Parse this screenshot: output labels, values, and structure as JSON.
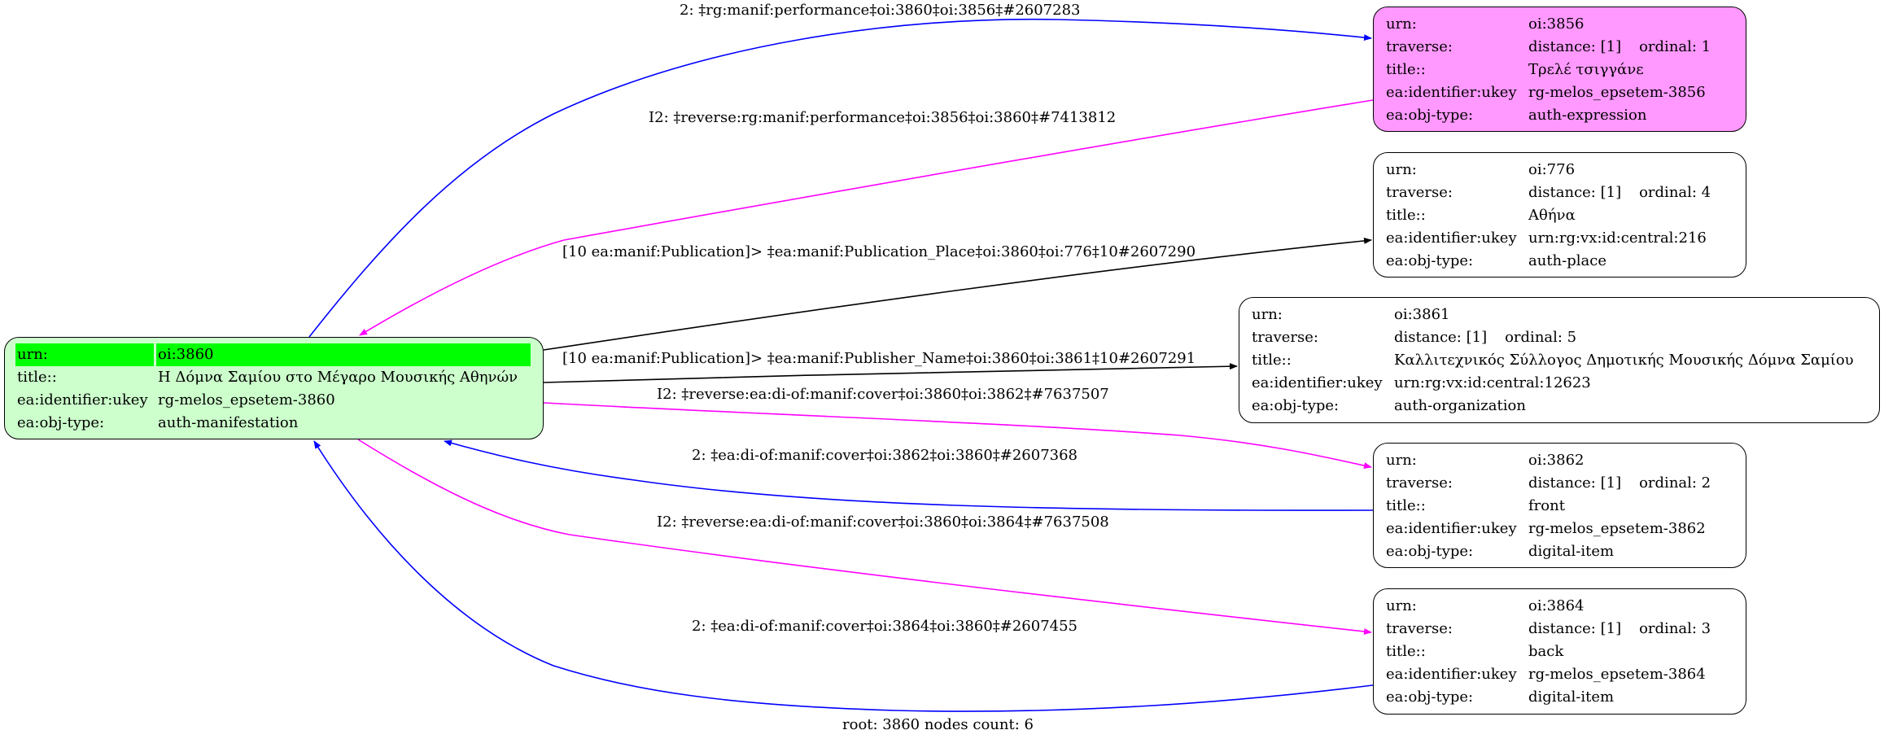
{
  "graph": {
    "footer": "root: 3860 nodes count: 6",
    "colors": {
      "root_fill": "#ccffcc",
      "root_highlight": "#00ff00",
      "expression_fill": "#ff99ff",
      "default_fill": "#ffffff",
      "edge_forward": "#000000",
      "edge_inverse": "#0000ff",
      "edge_reverse": "#ff00ff"
    },
    "nodes": [
      {
        "id": "3860",
        "role": "root",
        "rows": [
          {
            "key": "urn:",
            "value": "oi:3860"
          },
          {
            "key": "title::",
            "value": "Η Δόμνα Σαμίου στο Μέγαρο Μουσικής Αθηνών"
          },
          {
            "key": "ea:identifier:ukey",
            "value": "rg-melos_epsetem-3860"
          },
          {
            "key": "ea:obj-type:",
            "value": "auth-manifestation"
          }
        ]
      },
      {
        "id": "3856",
        "rows": [
          {
            "key": "urn:",
            "value": "oi:3856"
          },
          {
            "key": "traverse:",
            "value": "distance: [1]",
            "extra": "ordinal: 1"
          },
          {
            "key": "title::",
            "value": "Τρελέ τσιγγάνε"
          },
          {
            "key": "ea:identifier:ukey",
            "value": "rg-melos_epsetem-3856"
          },
          {
            "key": "ea:obj-type:",
            "value": "auth-expression"
          }
        ]
      },
      {
        "id": "776",
        "rows": [
          {
            "key": "urn:",
            "value": "oi:776"
          },
          {
            "key": "traverse:",
            "value": "distance: [1]",
            "extra": "ordinal: 4"
          },
          {
            "key": "title::",
            "value": "Αθήνα"
          },
          {
            "key": "ea:identifier:ukey",
            "value": "urn:rg:vx:id:central:216"
          },
          {
            "key": "ea:obj-type:",
            "value": "auth-place"
          }
        ]
      },
      {
        "id": "3861",
        "rows": [
          {
            "key": "urn:",
            "value": "oi:3861"
          },
          {
            "key": "traverse:",
            "value": "distance: [1]",
            "extra": "ordinal: 5"
          },
          {
            "key": "title::",
            "value": "Καλλιτεχνικός Σύλλογος Δημοτικής Μουσικής Δόμνα Σαμίου"
          },
          {
            "key": "ea:identifier:ukey",
            "value": "urn:rg:vx:id:central:12623"
          },
          {
            "key": "ea:obj-type:",
            "value": "auth-organization"
          }
        ]
      },
      {
        "id": "3862",
        "rows": [
          {
            "key": "urn:",
            "value": "oi:3862"
          },
          {
            "key": "traverse:",
            "value": "distance: [1]",
            "extra": "ordinal: 2"
          },
          {
            "key": "title::",
            "value": "front"
          },
          {
            "key": "ea:identifier:ukey",
            "value": "rg-melos_epsetem-3862"
          },
          {
            "key": "ea:obj-type:",
            "value": "digital-item"
          }
        ]
      },
      {
        "id": "3864",
        "rows": [
          {
            "key": "urn:",
            "value": "oi:3864"
          },
          {
            "key": "traverse:",
            "value": "distance: [1]",
            "extra": "ordinal: 3"
          },
          {
            "key": "title::",
            "value": "back"
          },
          {
            "key": "ea:identifier:ukey",
            "value": "rg-melos_epsetem-3864"
          },
          {
            "key": "ea:obj-type:",
            "value": "digital-item"
          }
        ]
      }
    ],
    "edges": [
      {
        "from": "3860",
        "to": "3856",
        "kind": "inverse",
        "label": "2: ‡rg:manif:performance‡oi:3860‡oi:3856‡#2607283"
      },
      {
        "from": "3856",
        "to": "3860",
        "kind": "reverse",
        "label": "I2: ‡reverse:rg:manif:performance‡oi:3856‡oi:3860‡#7413812"
      },
      {
        "from": "3860",
        "to": "776",
        "kind": "forward",
        "label": "[10 ea:manif:Publication]> ‡ea:manif:Publication_Place‡oi:3860‡oi:776‡10#2607290"
      },
      {
        "from": "3860",
        "to": "3861",
        "kind": "forward",
        "label": "[10 ea:manif:Publication]> ‡ea:manif:Publisher_Name‡oi:3860‡oi:3861‡10#2607291"
      },
      {
        "from": "3860",
        "to": "3862",
        "kind": "reverse",
        "label": "I2: ‡reverse:ea:di-of:manif:cover‡oi:3860‡oi:3862‡#7637507"
      },
      {
        "from": "3862",
        "to": "3860",
        "kind": "inverse",
        "label": "2: ‡ea:di-of:manif:cover‡oi:3862‡oi:3860‡#2607368"
      },
      {
        "from": "3860",
        "to": "3864",
        "kind": "reverse",
        "label": "I2: ‡reverse:ea:di-of:manif:cover‡oi:3860‡oi:3864‡#7637508"
      },
      {
        "from": "3864",
        "to": "3860",
        "kind": "inverse",
        "label": "2: ‡ea:di-of:manif:cover‡oi:3864‡oi:3860‡#2607455"
      }
    ]
  }
}
